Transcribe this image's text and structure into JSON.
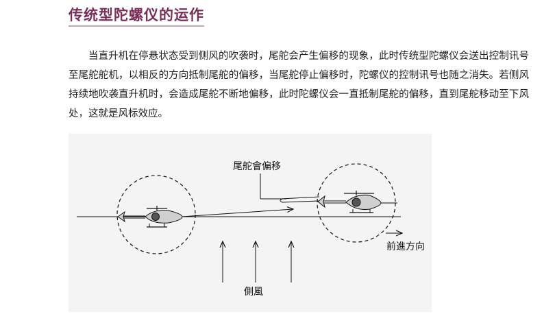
{
  "title": "传统型陀螺仪的运作",
  "paragraph": "当直升机在停悬状态受到侧风的吹袭时，尾舵会产生偏移的现象，此时传统型陀螺仪会送出控制讯号至尾舵舵机，以相反的方向抵制尾舵的偏移，当尾舵停止偏移时，陀螺仪的控制讯号也随之消失。若侧风持续地吹袭直升机时，会造成尾舵不断地偏移，此时陀螺仪会一直抵制尾舵的偏移，直到尾舵移动至下风处，这就是风标效应。",
  "diagram": {
    "label_tail_offset": "尾舵會偏移",
    "label_forward_direction": "前進方向",
    "label_crosswind": "側風"
  },
  "colors": {
    "title": "#7a2f5a",
    "title_underline": "#c8a4bc",
    "text": "#222222",
    "diagram_background": "#f4f4f4",
    "fuselage": "#d0d0d0",
    "line": "#111111"
  }
}
